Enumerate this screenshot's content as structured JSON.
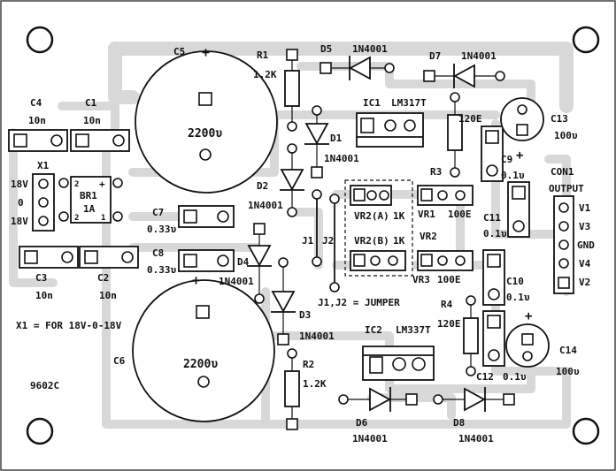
{
  "components": {
    "c5": {
      "ref": "C5",
      "value": "2200υ",
      "polarity": "+"
    },
    "c6": {
      "ref": "C6",
      "value": "2200υ",
      "polarity": "+"
    },
    "r1": {
      "ref": "R1",
      "value": "1.2K"
    },
    "r2": {
      "ref": "R2",
      "value": "1.2K"
    },
    "r3": {
      "ref": "R3",
      "value": "120E"
    },
    "r4": {
      "ref": "R4",
      "value": "120E"
    },
    "d1": {
      "ref": "D1",
      "value": "1N4001"
    },
    "d2": {
      "ref": "D2",
      "value": "1N4001"
    },
    "d3": {
      "ref": "D3",
      "value": "1N4001"
    },
    "d4": {
      "ref": "D4",
      "value": "1N4001"
    },
    "d5": {
      "ref": "D5",
      "value": "1N4001"
    },
    "d6": {
      "ref": "D6",
      "value": "1N4001"
    },
    "d7": {
      "ref": "D7",
      "value": "1N4001"
    },
    "d8": {
      "ref": "D8",
      "value": "1N4001"
    },
    "ic1": {
      "ref": "IC1",
      "value": "LM317T"
    },
    "ic2": {
      "ref": "IC2",
      "value": "LM337T"
    },
    "c1": {
      "ref": "C1",
      "value": "10n"
    },
    "c2": {
      "ref": "C2",
      "value": "10n"
    },
    "c3": {
      "ref": "C3",
      "value": "10n"
    },
    "c4": {
      "ref": "C4",
      "value": "10n"
    },
    "c7": {
      "ref": "C7",
      "value": "0.33υ"
    },
    "c8": {
      "ref": "C8",
      "value": "0.33υ"
    },
    "c9": {
      "ref": "C9",
      "value": "0.1υ"
    },
    "c10": {
      "ref": "C10",
      "value": "0.1υ"
    },
    "c11": {
      "ref": "C11",
      "value": "0.1υ"
    },
    "c12": {
      "ref": "C12",
      "value": "0.1υ"
    },
    "c13": {
      "ref": "C13",
      "value": "100υ",
      "polarity": "+"
    },
    "c14": {
      "ref": "C14",
      "value": "100υ",
      "polarity": "+"
    },
    "br1": {
      "ref": "BR1",
      "value": "1A",
      "pins": [
        "2",
        "+",
        "2",
        "1"
      ]
    },
    "x1": {
      "ref": "X1",
      "pins": [
        "18V",
        "0",
        "18V"
      ]
    },
    "vr1": {
      "ref": "VR1",
      "value": "100E"
    },
    "vr2a": {
      "ref": "VR2(A)",
      "value": "1K"
    },
    "vr2b": {
      "ref": "VR2(B)",
      "value": "1K"
    },
    "vr2": {
      "ref": "VR2"
    },
    "vr3": {
      "ref": "VR3",
      "value": "100E"
    },
    "j1": {
      "ref": "J1"
    },
    "j2": {
      "ref": "J2"
    },
    "con1": {
      "ref": "CON1",
      "title": "OUTPUT",
      "pins": [
        "V1",
        "V3",
        "GND",
        "V4",
        "V2"
      ]
    }
  },
  "notes": {
    "jumper": "J1,J2 = JUMPER",
    "x1_note": "X1 = FOR 18V-0-18V",
    "board_code": "9602C"
  },
  "colors": {
    "copper": "#d8d8d8",
    "silkscreen": "#111111",
    "background": "#ffffff"
  }
}
